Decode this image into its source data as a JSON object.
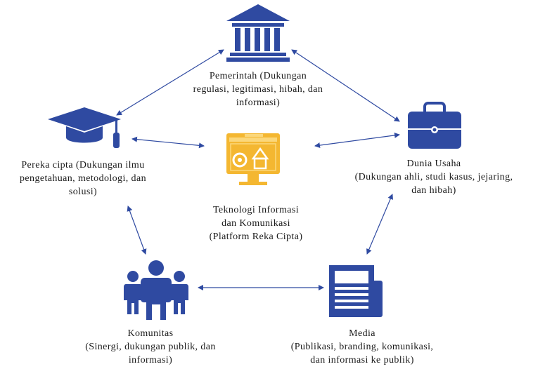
{
  "colors": {
    "node_blue": "#2f4aa1",
    "center_gold": "#f4b731",
    "arrow": "#2f4aa1"
  },
  "nodes": {
    "pemerintah": {
      "icon": "bank-icon",
      "lines": [
        "Pemerintah (Dukungan",
        "regulasi, legitimasi, hibah,  dan",
        "informasi)"
      ]
    },
    "pereka": {
      "icon": "graduation-cap-icon",
      "lines": [
        "Pereka cipta (Dukungan  ilmu",
        "pengetahuan, metodologi, dan",
        "solusi)"
      ]
    },
    "dunia": {
      "icon": "briefcase-icon",
      "lines": [
        "Dunia Usaha",
        "(Dukungan ahli, studi kasus, jejaring,",
        "dan  hibah)"
      ]
    },
    "teknologi": {
      "icon": "computer-design-icon",
      "lines": [
        "Teknologi  Informasi",
        "dan Komunikasi",
        "(Platform Reka Cipta)"
      ]
    },
    "komunitas": {
      "icon": "people-group-icon",
      "lines": [
        "Komunitas",
        "(Sinergi, dukungan publik, dan",
        "informasi)"
      ]
    },
    "media": {
      "icon": "newspaper-icon",
      "lines": [
        "Media",
        "(Publikasi, branding, komunikasi,",
        "dan  informasi ke publik)"
      ]
    }
  }
}
